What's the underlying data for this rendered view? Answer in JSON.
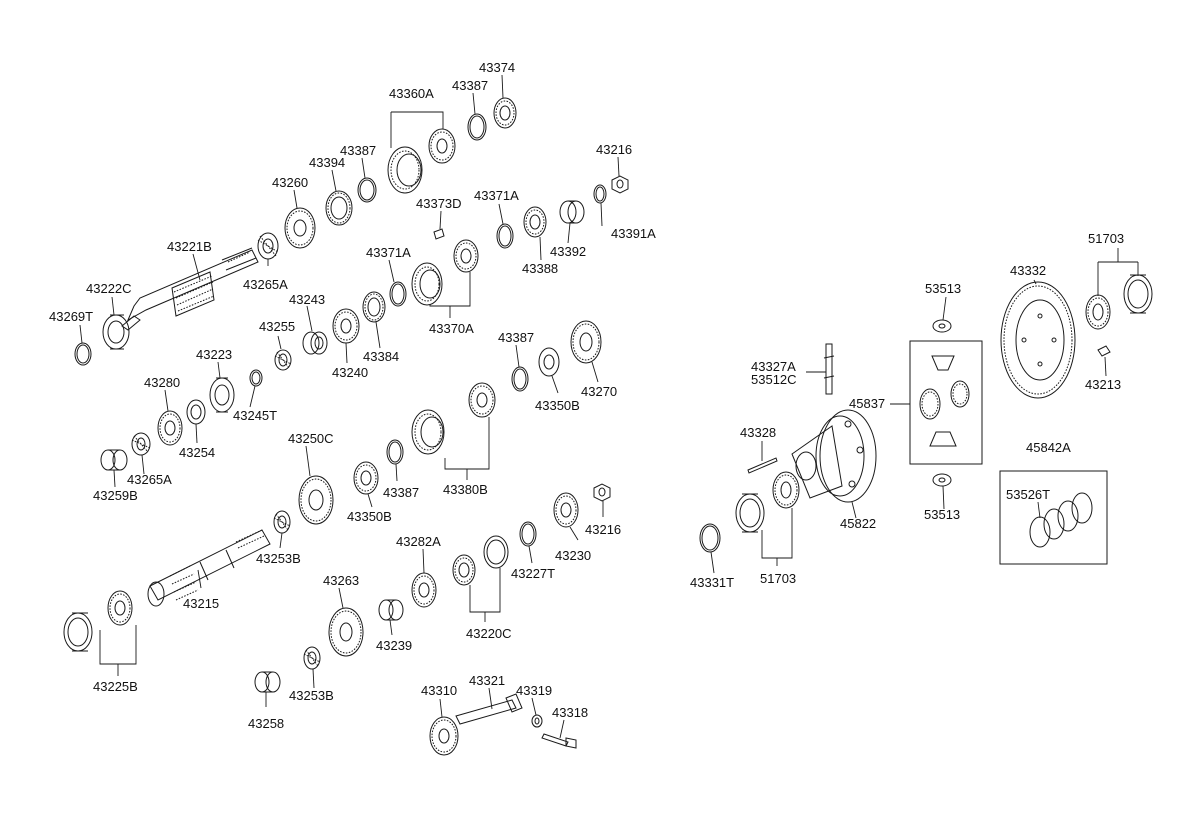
{
  "diagram": {
    "labels": {
      "p43269T": "43269T",
      "p43222C": "43222C",
      "p43221B": "43221B",
      "p43265A_top": "43265A",
      "p43260": "43260",
      "p43394": "43394",
      "p43387_a": "43387",
      "p43360A": "43360A",
      "p43387_b": "43387",
      "p43374": "43374",
      "p43216_top": "43216",
      "p43373D": "43373D",
      "p43371A_a": "43371A",
      "p43391A": "43391A",
      "p43392": "43392",
      "p43388": "43388",
      "p43371A_b": "43371A",
      "p43370A": "43370A",
      "p43243": "43243",
      "p43255": "43255",
      "p43240": "43240",
      "p43384": "43384",
      "p43223": "43223",
      "p43245T": "43245T",
      "p43280": "43280",
      "p43254": "43254",
      "p43265A_mid": "43265A",
      "p43259B": "43259B",
      "p43387_c": "43387",
      "p43350B_top": "43350B",
      "p43270": "43270",
      "p43250C": "43250C",
      "p43350B_mid": "43350B",
      "p43387_d": "43387",
      "p43380B": "43380B",
      "p43253B_top": "43253B",
      "p43215": "43215",
      "p43225B": "43225B",
      "p43282A": "43282A",
      "p43227T": "43227T",
      "p43230": "43230",
      "p43216_mid": "43216",
      "p43263": "43263",
      "p43239": "43239",
      "p43220C": "43220C",
      "p43258": "43258",
      "p43253B_bot": "43253B",
      "p43310": "43310",
      "p43321": "43321",
      "p43319": "43319",
      "p43318": "43318",
      "p53513_top": "53513",
      "p43332": "43332",
      "p51703_top": "51703",
      "p43213": "43213",
      "p43327A": "43327A",
      "p53512C": "53512C",
      "p45837": "45837",
      "p43328": "43328",
      "p45822": "45822",
      "p53513_bot": "53513",
      "p45842A": "45842A",
      "p53526T": "53526T",
      "p43331T": "43331T",
      "p51703_bot": "51703"
    }
  }
}
